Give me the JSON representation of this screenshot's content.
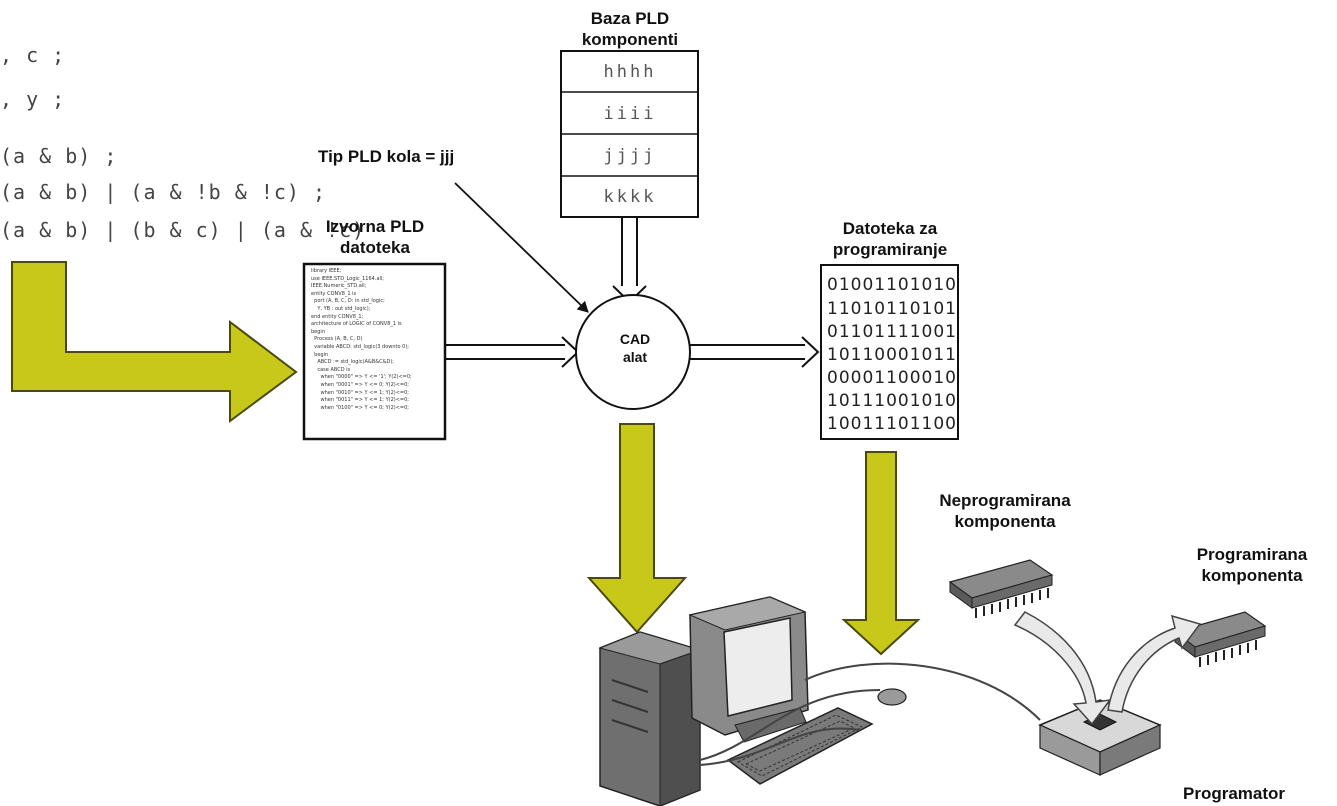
{
  "equations": [
    ", c ;",
    ", y ;",
    "(a & b) ;",
    "(a & b) | (a & !b & !c) ;",
    "(a & b) | (b & c) | (a & !c)"
  ],
  "labels": {
    "baza_line1": "Baza PLD",
    "baza_line2": "komponenti",
    "tip_pld": "Tip PLD kola = jjj",
    "izvorna_line1": "Izvorna PLD",
    "izvorna_line2": "datoteka",
    "datoteka_line1": "Datoteka za",
    "datoteka_line2": "programiranje",
    "cad_line1": "CAD",
    "cad_line2": "alat",
    "neprogramirana_line1": "Neprogramirana",
    "neprogramirana_line2": "komponenta",
    "programirana_line1": "Programirana",
    "programirana_line2": "komponenta",
    "programator": "Programator"
  },
  "database_entries": [
    "hhhh",
    "iiii",
    "jjjj",
    "kkkk"
  ],
  "binary_lines": [
    "01001101010",
    "11010110101",
    "01101111001",
    "10110001011",
    "00001100010",
    "10111001010",
    "10011101100"
  ],
  "source_code_text": "library IEEE;\nuse IEEE.STD_Logic_1164.all;\nIEEE.Numeric_STD.all;\nentity CONV8_1 is\n  port (A, B, C, D: in std_logic;\n    Y, YB : out std_logic);\nend entity CONV8_1;\narchitecture of LOGIC of CONV8_1 is\nbegin\n  Process (A, B, C, D)\n  variable ABCD: std_logic(3 downto 0);\n  begin\n    ABCD := std_logic(A&B&C&D);\n    case ABCD is\n      when \"0000\" => Y <= '1'; Y(2)<=0;\n      when \"0001\" => Y <= 0; Y(2)<=0;\n      when \"0010\" => Y <= 1; Y(2)<=0;\n      when \"0011\" => Y <= 1; Y(2)<=0;\n      when \"0100\" => Y <= 0; Y(2)<=0;",
  "colors": {
    "arrow_fill": "#c8c81a",
    "arrow_stroke": "#4a4a0a",
    "line": "#111111"
  }
}
